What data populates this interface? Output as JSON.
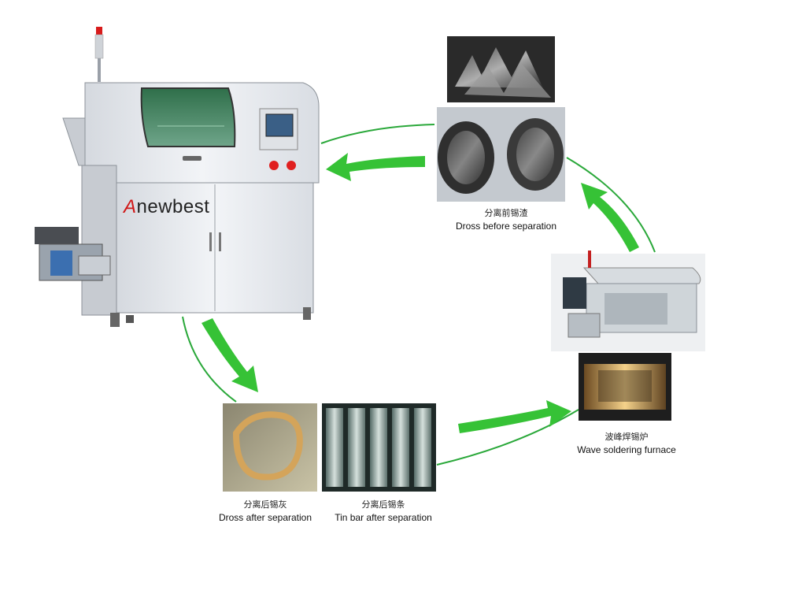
{
  "brand": {
    "first": "A",
    "rest": "newbest"
  },
  "nodes": [
    {
      "id": "machine",
      "icon": "dross-separator-machine-image"
    },
    {
      "id": "dross-before",
      "label_zh": "分离前锡渣",
      "label_en": "Dross before separation",
      "icon": "dross-pile-photo"
    },
    {
      "id": "furnace",
      "label_zh": "波峰焊锡炉",
      "label_en": "Wave soldering furnace",
      "icon": "wave-soldering-machine-photo"
    },
    {
      "id": "dross-after",
      "label_zh": "分离后锡灰",
      "label_en": "Dross after separation",
      "icon": "tin-ash-photo"
    },
    {
      "id": "tin-bar",
      "label_zh": "分离后锡条",
      "label_en": "Tin bar after separation",
      "icon": "tin-bars-photo"
    }
  ],
  "colors": {
    "arrow": "#36c236",
    "ring": "#2aa83a",
    "brand_red": "#d01818",
    "machine_body": "#e6e9ee"
  }
}
